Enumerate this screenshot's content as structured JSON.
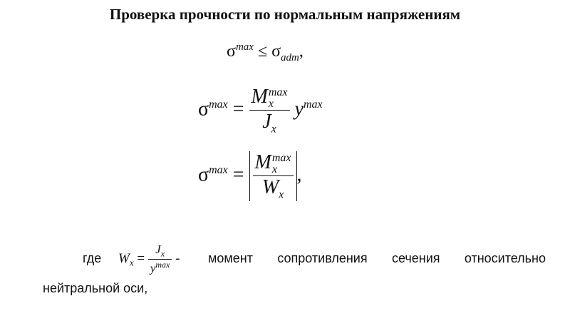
{
  "title": "Проверка прочности по нормальным напряжениям",
  "formula1": {
    "sigma": "σ",
    "max": "max",
    "leq": "≤",
    "adm": "adm",
    "tail": ","
  },
  "formula2": {
    "sigma": "σ",
    "max": "max",
    "eq": "=",
    "M": "M",
    "x": "x",
    "J": "J",
    "y": "y"
  },
  "formula3": {
    "sigma": "σ",
    "max": "max",
    "eq": "=",
    "M": "M",
    "x": "x",
    "W": "W",
    "tail": ","
  },
  "definition": {
    "where": "где",
    "W": "W",
    "x": "x",
    "eq": "=",
    "J": "J",
    "y": "y",
    "max": "max",
    "dash": "-",
    "words": [
      "момент",
      "сопротивления",
      "сечения",
      "относительно"
    ],
    "continuation": "нейтральной оси,"
  }
}
